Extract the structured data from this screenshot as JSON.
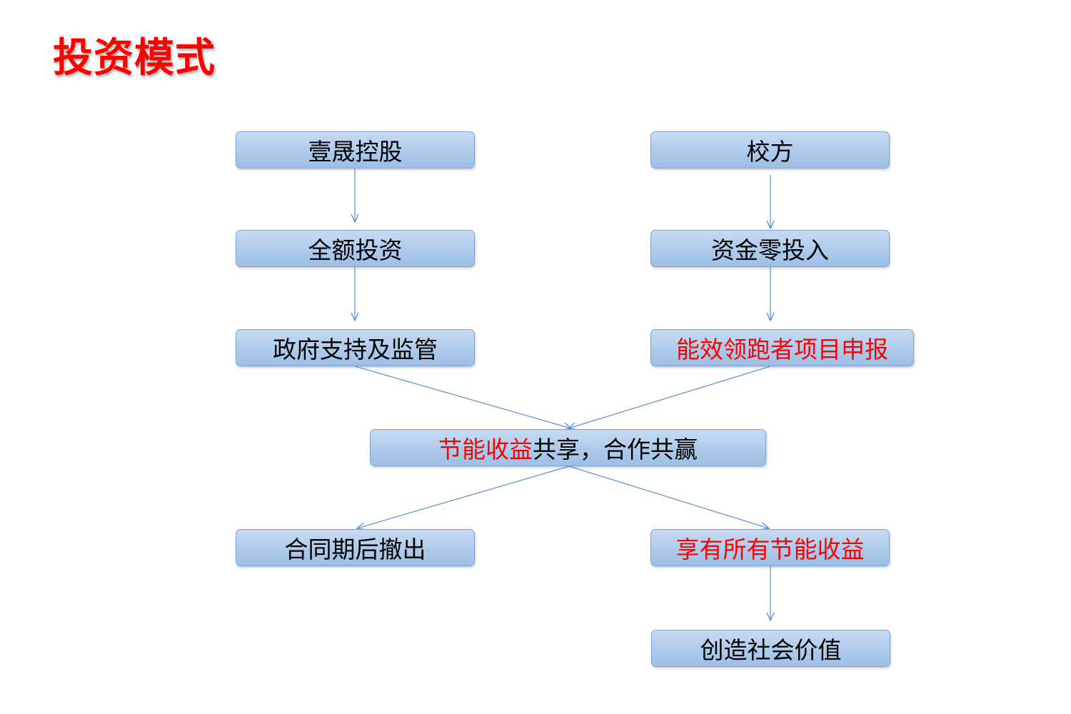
{
  "title": "投资模式",
  "colors": {
    "title": "#ff0000",
    "highlight": "#ff0000",
    "box_fill": "#aecaeb",
    "box_border": "#7ea4d4",
    "connector": "#5b8fd0"
  },
  "boxes": {
    "left_1": "壹晟控股",
    "left_2": "全额投资",
    "left_3": "政府支持及监管",
    "right_1": "校方",
    "right_2": "资金零投入",
    "right_3": "能效领跑者项目申报",
    "center_red": "节能收益",
    "center_black": "共享，合作共赢",
    "bottom_left": "合同期后撤出",
    "bottom_right": "享有所有节能收益",
    "final": "创造社会价值"
  }
}
